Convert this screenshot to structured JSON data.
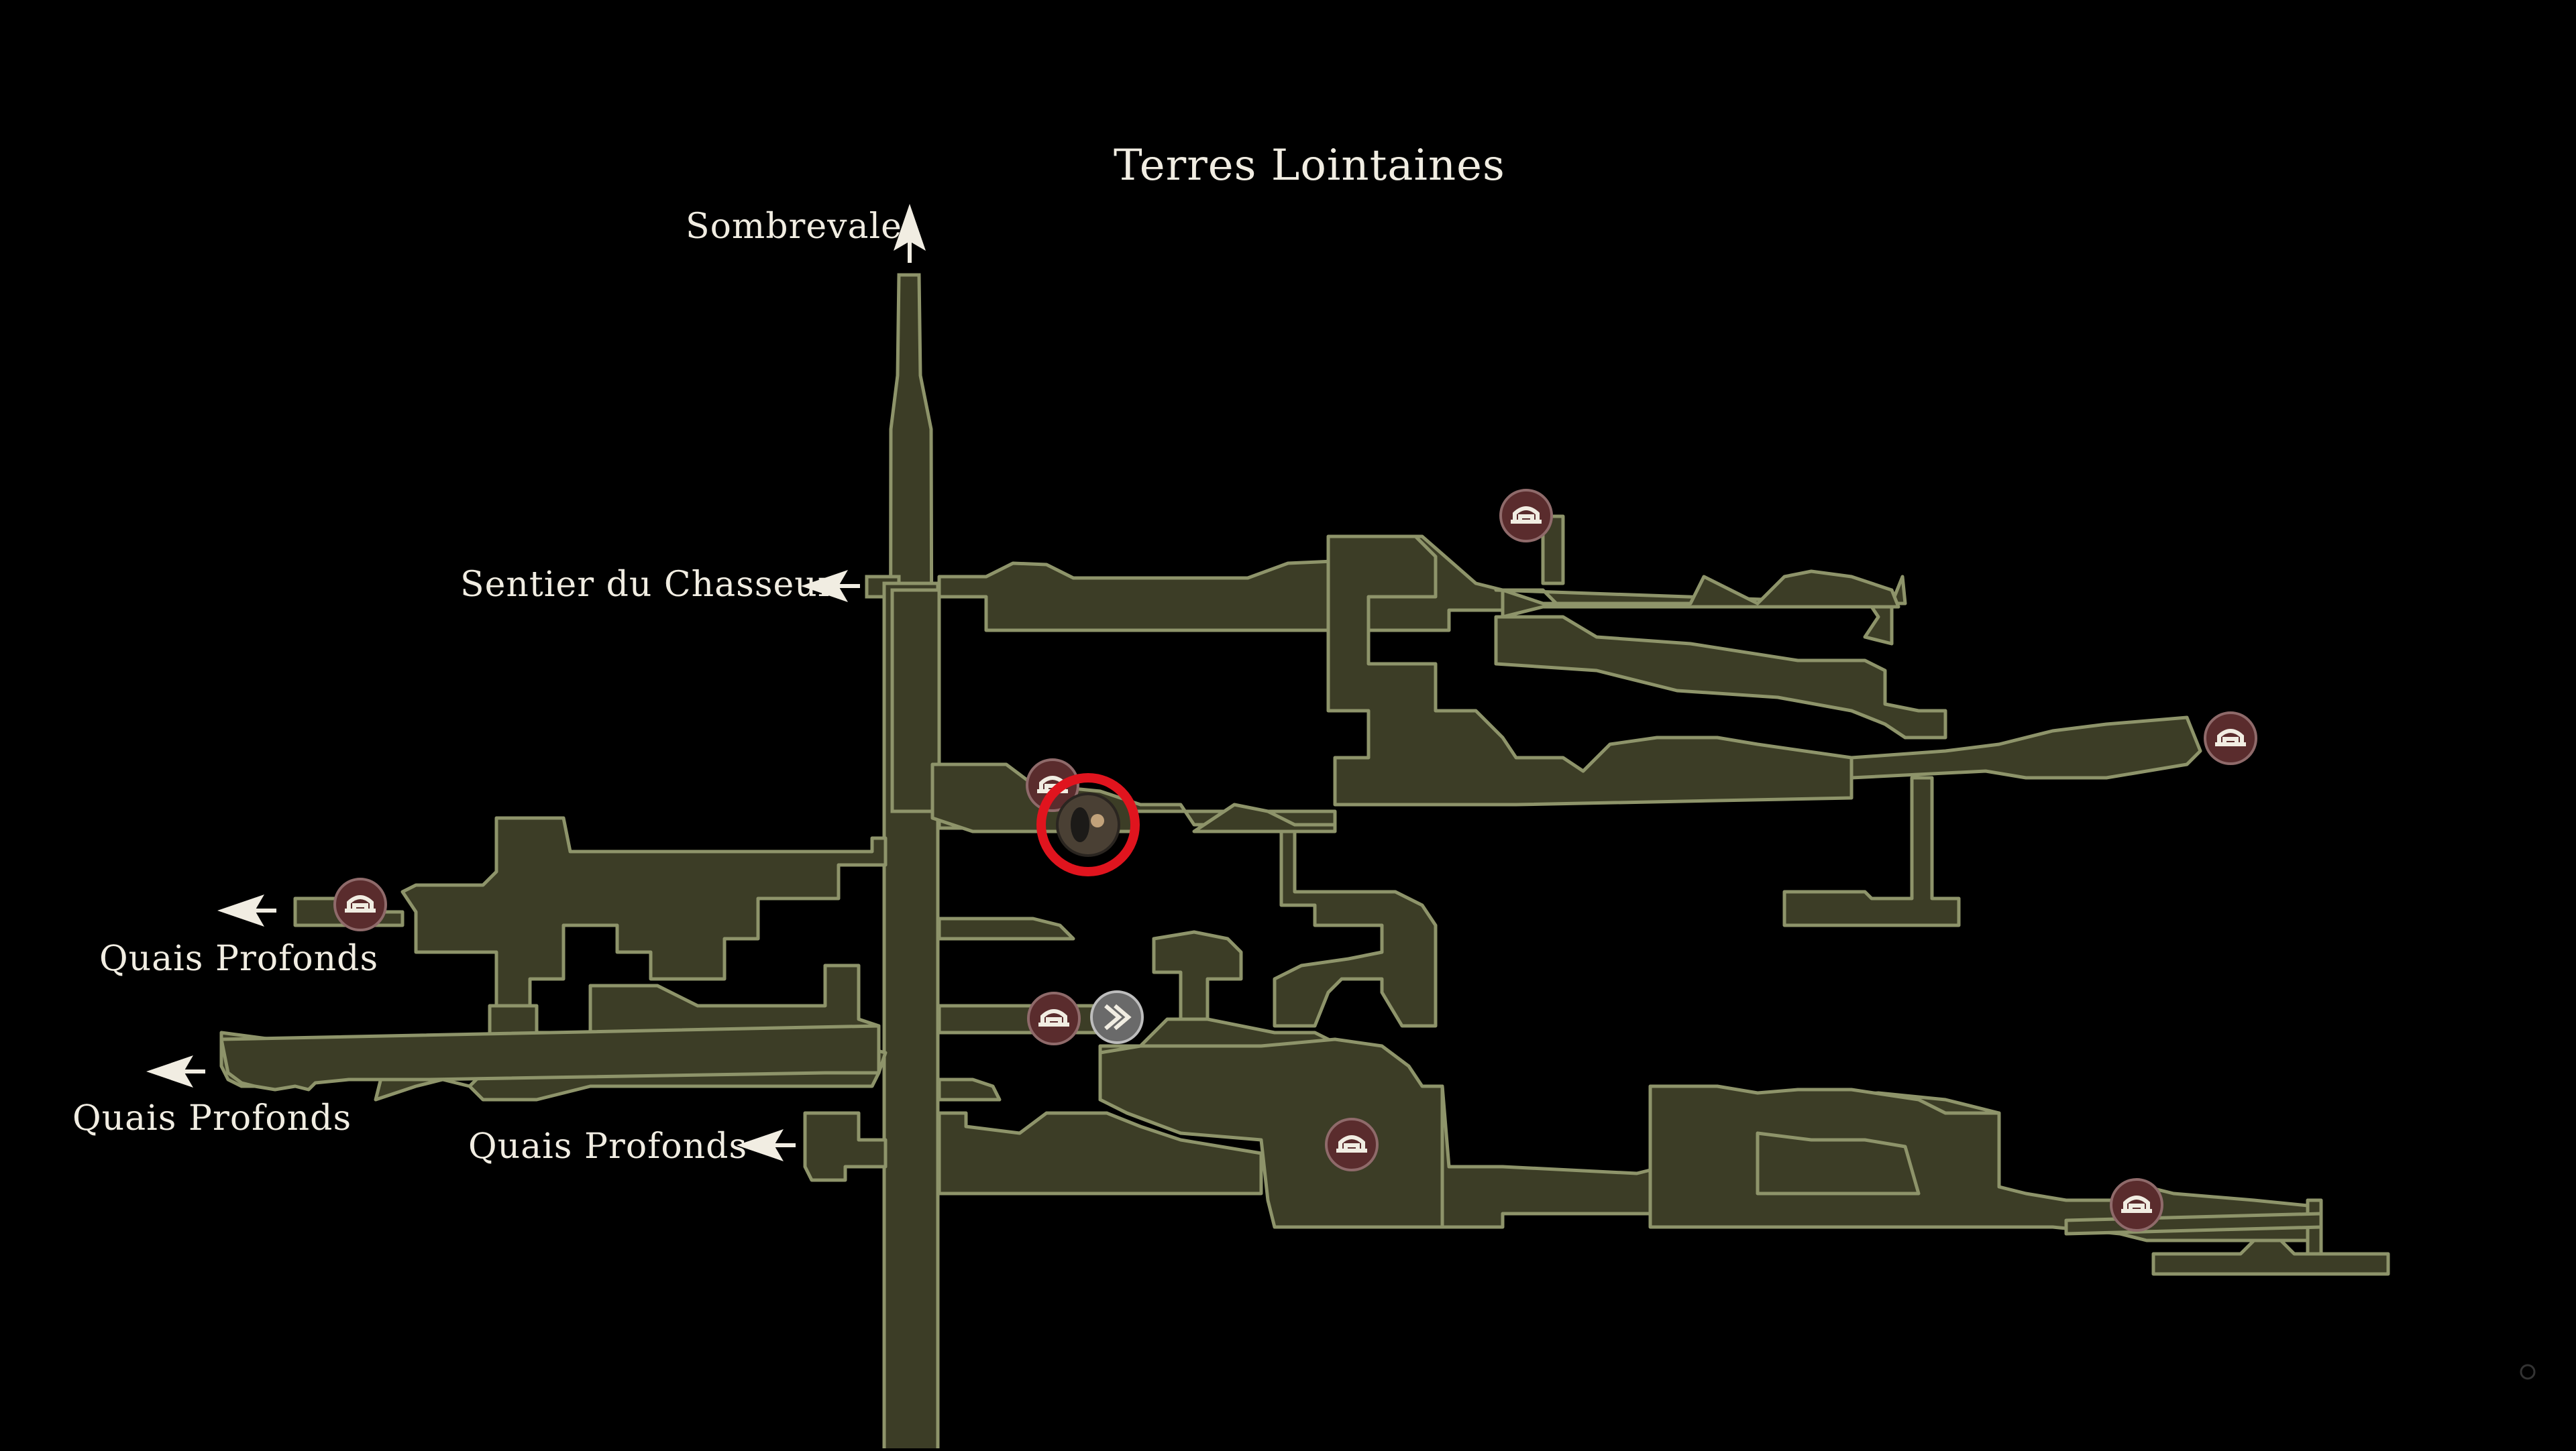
{
  "map": {
    "title": "Terres Lointaines",
    "exits": [
      {
        "label": "Sombrevale",
        "icon": "exit-arrow-icon"
      },
      {
        "label": "Sentier du Chasseur",
        "icon": "exit-arrow-icon"
      },
      {
        "label": "Quais Profonds",
        "icon": "exit-arrow-icon"
      },
      {
        "label": "Quais Profonds",
        "icon": "exit-arrow-icon"
      },
      {
        "label": "Quais Profonds",
        "icon": "exit-arrow-icon"
      }
    ],
    "markers": {
      "bench_icon": "bench-pin-icon",
      "player_icon": "player-compass-icon",
      "dash_icon": "ability-marker-icon"
    },
    "colors": {
      "room_fill": "#3c3d26",
      "room_outline": "#8e946a",
      "pin_fill": "#5a2c2d",
      "player_ring": "#e0141e",
      "label_text": "#f1ede2"
    }
  }
}
